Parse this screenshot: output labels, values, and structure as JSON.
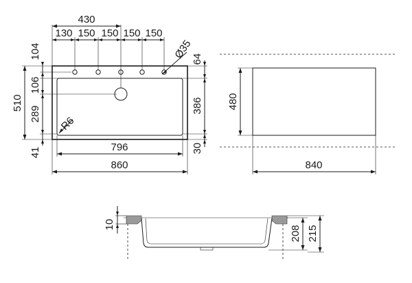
{
  "dimensions": {
    "top_total": "430",
    "top_seg_1": "130",
    "top_seg_2": "150",
    "top_seg_3": "150",
    "top_seg_4": "150",
    "top_seg_5": "150",
    "hole_diameter": "Ø35",
    "left_104": "104",
    "left_106": "106",
    "left_510": "510",
    "left_289": "289",
    "left_41": "41",
    "corner_radius": "R6",
    "right_64": "64",
    "right_386": "386",
    "right_30": "30",
    "bottom_796": "796",
    "bottom_860": "860",
    "cutout_height": "480",
    "cutout_width": "840",
    "section_10": "10",
    "section_208": "208",
    "section_215": "215"
  }
}
